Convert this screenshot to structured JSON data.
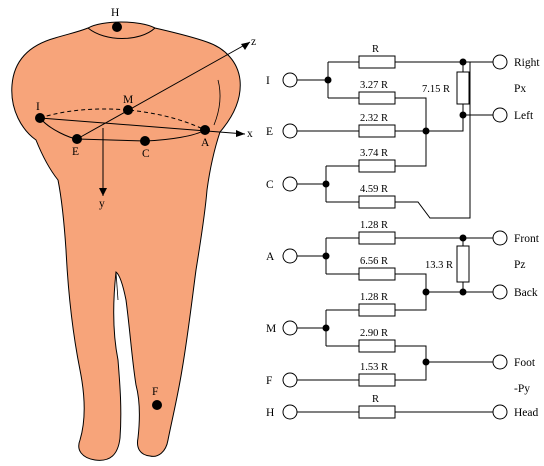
{
  "colors": {
    "body_fill": "#f7a47a",
    "ink": "#000000"
  },
  "body_points": {
    "H": "H",
    "I": "I",
    "M": "M",
    "E": "E",
    "C": "C",
    "A": "A",
    "F": "F"
  },
  "axes": {
    "x": "x",
    "y": "y",
    "z": "z"
  },
  "circuit": {
    "inputs": [
      "I",
      "E",
      "C",
      "A",
      "M",
      "F",
      "H"
    ],
    "resistors": {
      "r1": "R",
      "r2": "3.27 R",
      "r3": "2.32 R",
      "r4": "3.74 R",
      "r5": "4.59 R",
      "r6": "1.28 R",
      "r7": "6.56 R",
      "r8": "1.28 R",
      "r9": "2.90 R",
      "r10": "1.53 R",
      "r11": "R",
      "lead_x": "7.15 R",
      "lead_z": "13.3 R"
    },
    "outputs": {
      "right": "Right",
      "px": "Px",
      "left": "Left",
      "front": "Front",
      "pz": "Pz",
      "back": "Back",
      "foot": "Foot",
      "py": "-Py",
      "head": "Head"
    }
  }
}
